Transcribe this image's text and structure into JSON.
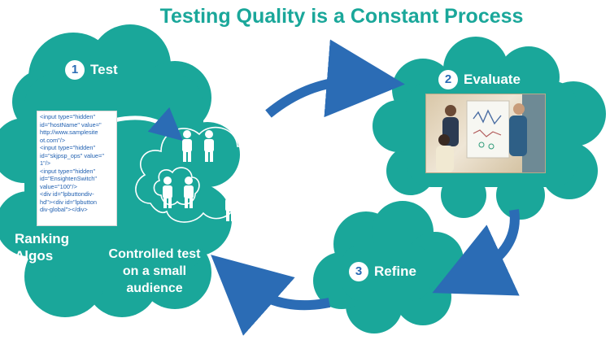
{
  "title": "Testing Quality is a Constant Process",
  "steps": [
    {
      "number": "1",
      "label": "Test"
    },
    {
      "number": "2",
      "label": "Evaluate"
    },
    {
      "number": "3",
      "label": "Refine"
    }
  ],
  "code_snippet": [
    "<input type=\"hidden\"",
    "id=\"hostName\" value=\"",
    "http://www.samplesite",
    "ot.com\"/>",
    "<input type=\"hidden\"",
    "id=\"skjpsp_ops\" value=\"",
    "1\"/>",
    "<input type=\"hidden\"",
    "id=\"EnsightenSwitch\"",
    "value=\"100\"/>",
    "<div id=\"lpbuttondiv-",
    "hd\"><div id=\"lpbutton",
    "div-global\"></div>"
  ],
  "ranking_label_line1": "Ranking",
  "ranking_label_line2": "Algos",
  "controlled_test_line1": "Controlled test",
  "controlled_test_line2": "on a small",
  "controlled_test_line3": "audience",
  "colors": {
    "cloud": "#1aa79a",
    "title": "#1aa79a",
    "arrow": "#2b6cb5",
    "number_text": "#2b6cb5"
  },
  "icons": {
    "people": "person-icon",
    "photo": "team-at-whiteboard-photo"
  }
}
